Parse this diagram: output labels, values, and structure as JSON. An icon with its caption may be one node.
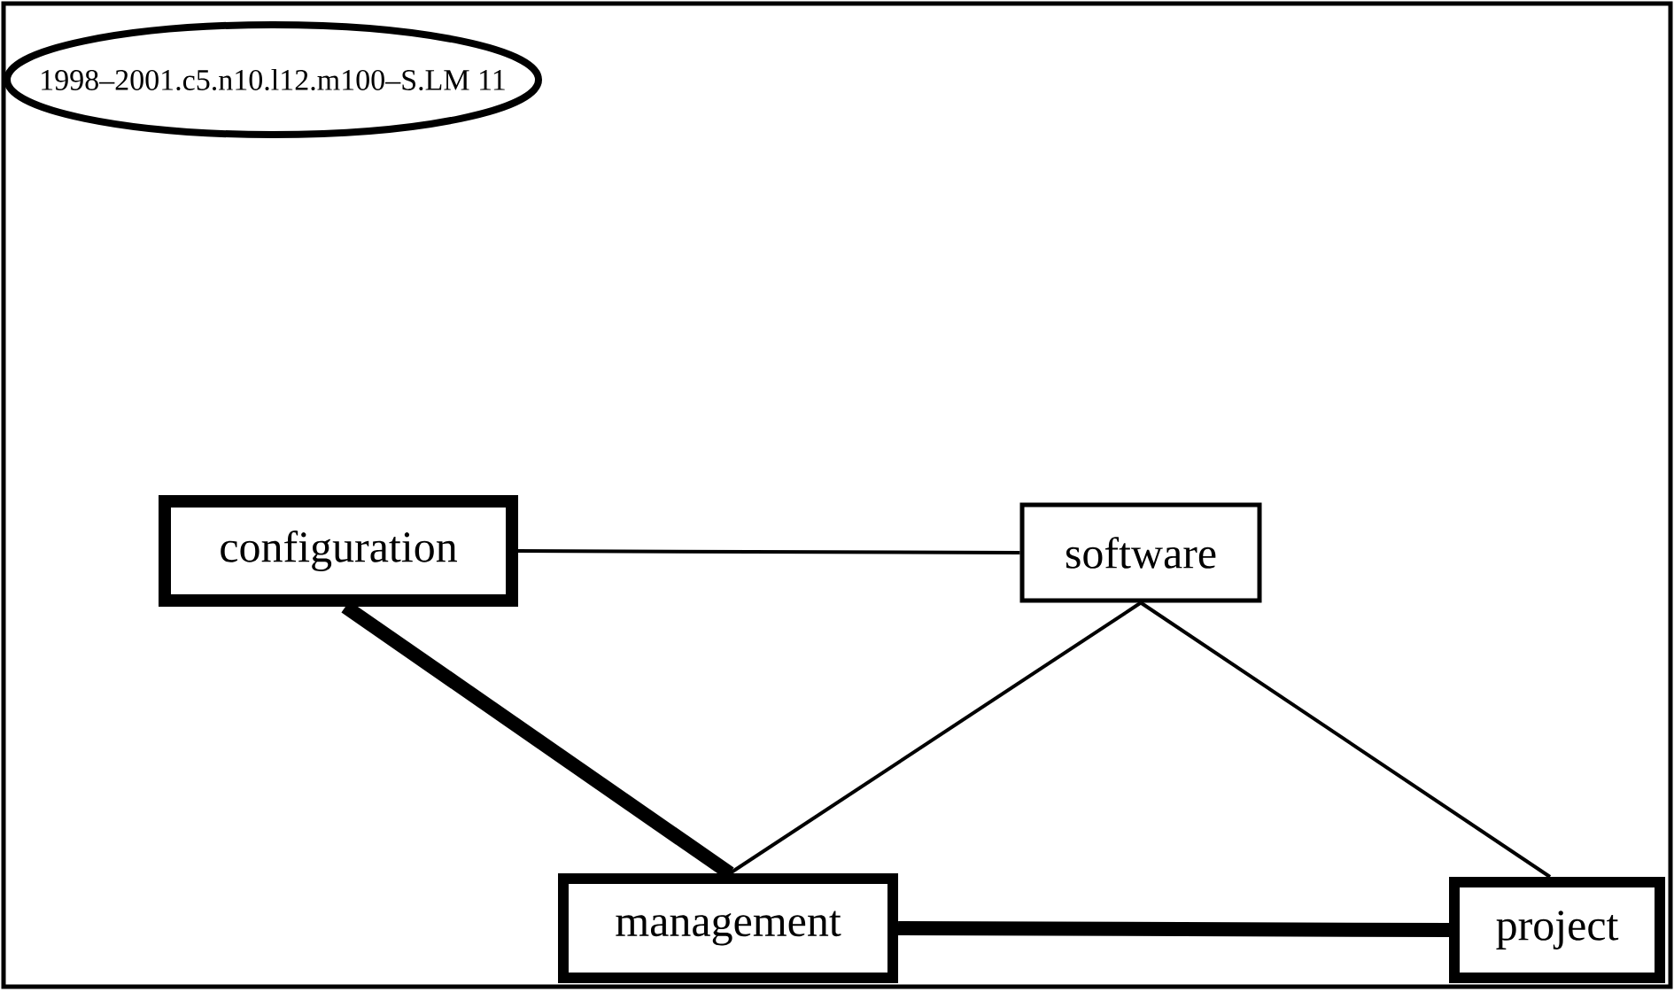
{
  "diagram": {
    "nodes": [
      {
        "text": [
          "1998–2001.c5.n10.l12.m100–S.LM 11"
        ]
      },
      {
        "text": [
          "configuration"
        ]
      },
      {
        "text": [
          "software"
        ]
      },
      {
        "text": [
          "management"
        ]
      },
      {
        "text": [
          "project"
        ]
      }
    ],
    "edges": [
      {
        "from": 1,
        "to": 2,
        "arrow": "none"
      },
      {
        "from": 1,
        "to": 3,
        "arrow": "none",
        "style": "thick"
      },
      {
        "from": 2,
        "to": 3,
        "arrow": "none"
      },
      {
        "from": 2,
        "to": 4,
        "arrow": "none"
      },
      {
        "from": 3,
        "to": 4,
        "arrow": "none",
        "style": "thick"
      }
    ]
  }
}
